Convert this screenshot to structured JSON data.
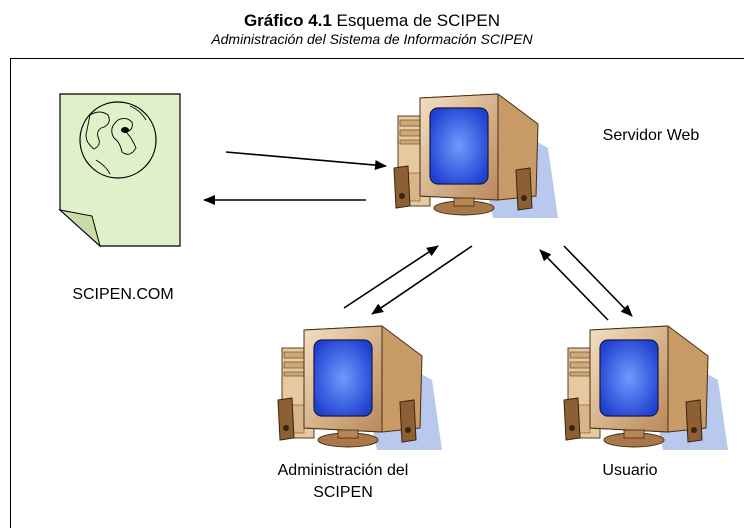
{
  "title": {
    "bold": "Gráfico 4.1",
    "rest": " Esquema de SCIPEN"
  },
  "subtitle": "Administración del Sistema de Información SCIPEN",
  "nodes": {
    "website": "SCIPEN.COM",
    "server": "Servidor Web",
    "admin_line1": "Administración del",
    "admin_line2": "SCIPEN",
    "user": "Usuario"
  },
  "colors": {
    "page_fill": "#e0f0c8",
    "screen": "#4a78ff",
    "tower": "#e6c9a0",
    "shadow": "#a9bde6"
  }
}
